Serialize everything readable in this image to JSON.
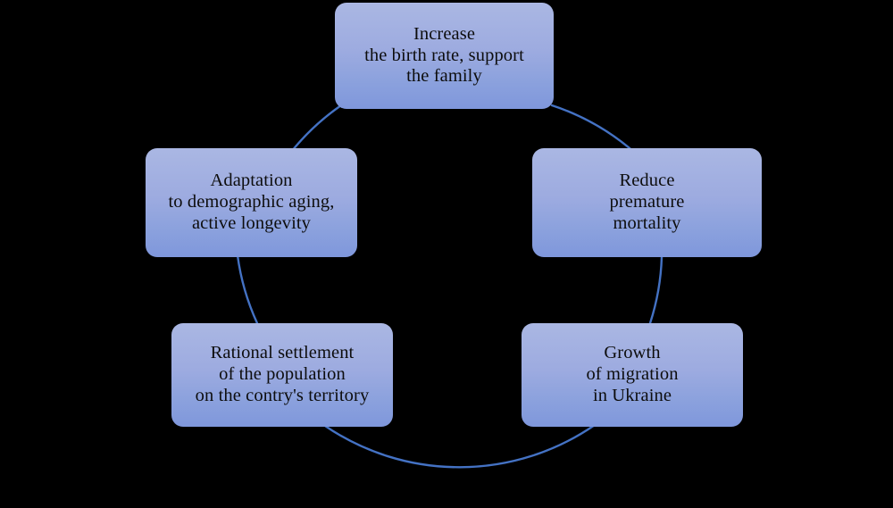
{
  "diagram": {
    "type": "cycle",
    "background_color": "#000000",
    "node_gradient_top": "#aab7e3",
    "node_gradient_bottom": "#7f97dc",
    "connector_color": "#4472c4",
    "text_color": "#0d0d0d",
    "nodes": [
      {
        "id": "birth-rate",
        "position": "top",
        "label": "Increase\nthe birth rate, support\nthe family"
      },
      {
        "id": "mortality",
        "position": "right",
        "label": "Reduce\npremature\nmortality"
      },
      {
        "id": "migration",
        "position": "bottom-right",
        "label": "Growth\nof migration\nin Ukraine"
      },
      {
        "id": "settlement",
        "position": "bottom-left",
        "label": "Rational settlement\nof the population\non the contry's territory"
      },
      {
        "id": "aging",
        "position": "left",
        "label": "Adaptation\nto demographic  aging,\nactive longevity"
      }
    ]
  }
}
